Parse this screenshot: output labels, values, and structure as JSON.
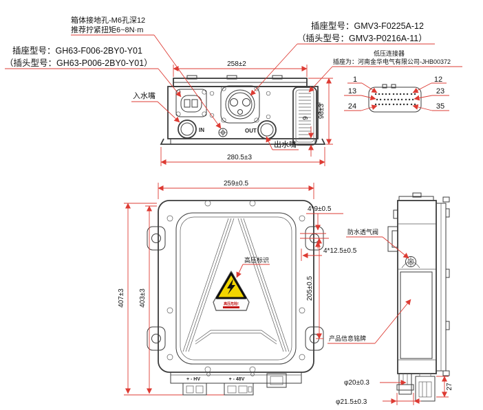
{
  "colors": {
    "line": "#3b3b3b",
    "dimension_red": "#dd3b33",
    "text": "#111111",
    "sticker_yellow": "#f2d500",
    "sticker_red": "#c11212"
  },
  "labels": {
    "ground_line1": "箱体接地孔-M6孔深12",
    "ground_line2": "推荐拧紧扭矩6~8N·m",
    "gh63_socket": "插座型号：GH63-F006-2BY0-Y01",
    "gh63_plug": "（插头型号：GH63-P006-2BY0-Y01）",
    "gmv3_socket": "插座型号：GMV3-F0225A-12",
    "gmv3_plug": "（插头型号：GMV3-P0216A-11）",
    "lv_title": "低压连接器",
    "lv_vendor": "插座为：河南金华电气有限公司-JHB00372",
    "inlet": "入水嘴",
    "outlet": "出水嘴",
    "hv_sign": "高压标识",
    "hv_warning": "高压危险!",
    "vent": "防水透气阀",
    "nameplate": "产品信息铭牌"
  },
  "dims": {
    "lid_width": "258±2",
    "base_width": "280.5±3",
    "height": "98±3",
    "foot": "9",
    "front_width": "259±0.5",
    "outer_height": "407±3",
    "inner_height": "403±3",
    "hole_pitch": "205±0.5",
    "offset_a": "4*9±0.5",
    "offset_b": "4*12.5±0.5",
    "nozzle_d1": "φ20±0.3",
    "nozzle_d2": "φ21.5±0.3",
    "nozzle_len": "27"
  },
  "ports": {
    "in": "IN",
    "out": "OUT",
    "hv": "+ - HV",
    "v48": "+ - 48V"
  },
  "pins": {
    "p1": "1",
    "p12": "12",
    "p13": "13",
    "p23": "23",
    "p24": "24",
    "p35": "35"
  }
}
